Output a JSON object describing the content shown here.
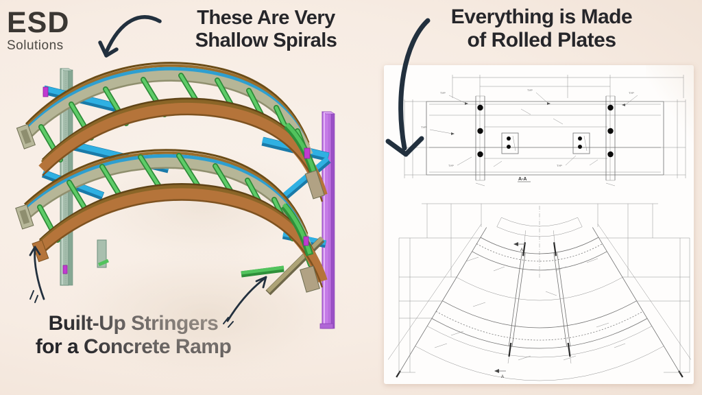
{
  "logo": {
    "title": "ESD",
    "subtitle": "Solutions"
  },
  "callouts": {
    "spirals": {
      "line1": "These Are Very",
      "line2": "Shallow Spirals"
    },
    "plates": {
      "line1": "Everything is Made",
      "line2": "of Rolled Plates"
    },
    "stringers": {
      "line1": "Built-Up Stringers",
      "line2": "for a Concrete Ramp"
    }
  },
  "drawings": {
    "section": {
      "caption": "A-A",
      "typ_label": "TYP"
    },
    "plan": {
      "section_marker": "A"
    }
  },
  "colors": {
    "background": "#f7ece3",
    "heading_text": "#26262a",
    "arrow": "#22303e",
    "panel": "#fefdfc",
    "drawing_line": "#6f6f6f",
    "bolt": "#0b0b0b",
    "stringer_brown": "#b5743a",
    "stringer_web_sage": "#b6b697",
    "deck_stripe_blue": "#2e9fd0",
    "cross_frame_green": "#5ecc68",
    "beam_blue": "#2fa9dc",
    "column_left_sage": "#a3bcab",
    "column_right_purple": "#c47ae6",
    "accent_magenta": "#c13ad1"
  }
}
